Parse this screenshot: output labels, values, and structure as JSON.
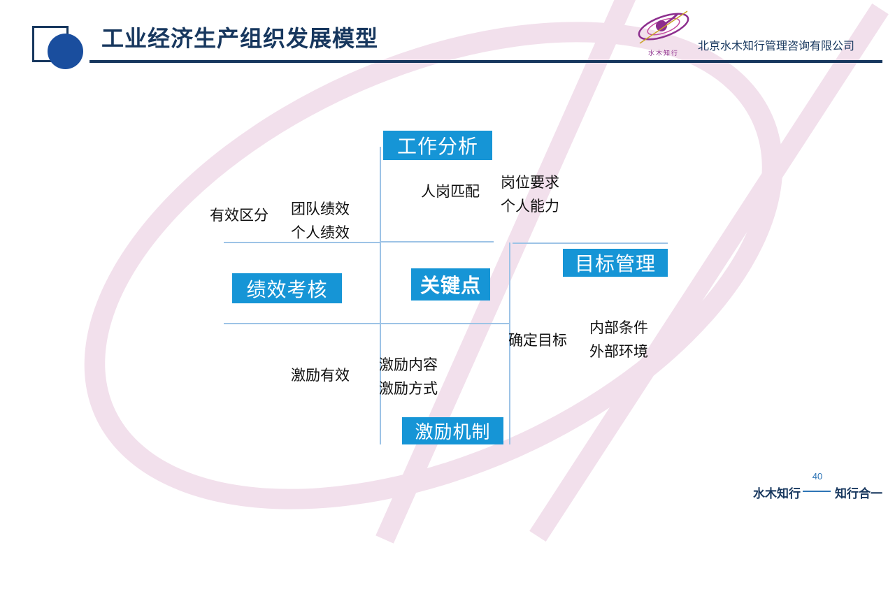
{
  "colors": {
    "box-blue": "#1695d6",
    "line-blue": "#9dc3e6",
    "navy": "#17375e",
    "accent-blue": "#2e75b6",
    "pink": "#f2e0ec",
    "logo-purple": "#8d2f8e",
    "deco-blue": "#1a4e9e"
  },
  "header": {
    "title": "工业经济生产组织发展模型",
    "company": "北京水木知行管理咨询有限公司",
    "logo_caption": "水木知行"
  },
  "diagram": {
    "boxes": {
      "work_analysis": "工作分析",
      "performance_review": "绩效考核",
      "key_point": "关键点",
      "goal_management": "目标管理",
      "incentive_mechanism": "激励机制"
    },
    "labels": {
      "person_post_match": "人岗匹配",
      "post_requirement": "岗位要求",
      "personal_ability": "个人能力",
      "effective_distinction": "有效区分",
      "team_performance": "团队绩效",
      "individual_performance": "个人绩效",
      "determine_goal": "确定目标",
      "internal_condition": "内部条件",
      "external_environment": "外部环境",
      "incentive_effective": "激励有效",
      "incentive_content": "激励内容",
      "incentive_method": "激励方式"
    }
  },
  "footer": {
    "brand_left": "水木知行",
    "brand_right": "知行合一",
    "page_number": "40"
  }
}
